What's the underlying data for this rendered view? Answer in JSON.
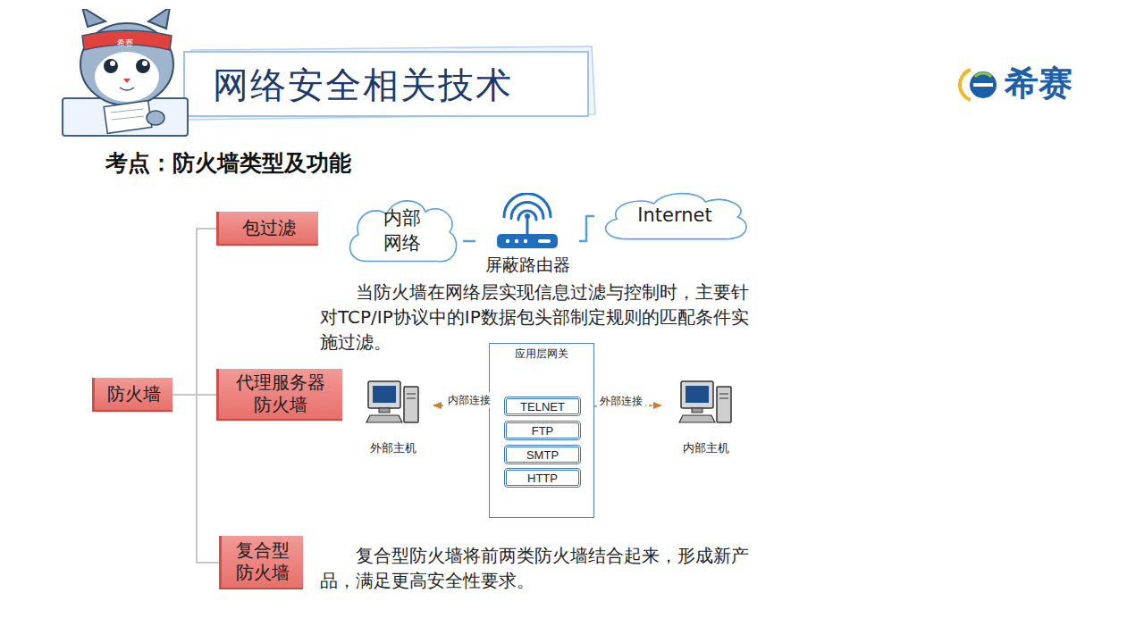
{
  "diagram": {
    "title": "网络安全相关技术",
    "nodes": [
      {
        "text": [
          "防火墙"
        ]
      },
      {
        "text": [
          "包过滤"
        ]
      },
      {
        "text": [
          "代理服务器 防火墙"
        ]
      },
      {
        "text": [
          "复合型 防火墙"
        ]
      },
      {
        "text": [
          "内部 网络"
        ]
      },
      {
        "text": [
          "屏蔽路由器"
        ]
      },
      {
        "text": [
          "Internet"
        ]
      },
      {
        "text": [
          "应用层网关"
        ]
      },
      {
        "text": [
          "TELNET"
        ],
        "in": 7
      },
      {
        "text": [
          "FTP"
        ],
        "in": 7
      },
      {
        "text": [
          "SMTP"
        ],
        "in": 7
      },
      {
        "text": [
          "HTTP"
        ],
        "in": 7
      },
      {
        "text": [
          "外部主机"
        ]
      },
      {
        "text": [
          "内部主机"
        ]
      }
    ],
    "edges": [
      {
        "from": 0,
        "to": 1,
        "arrow": "none"
      },
      {
        "from": 0,
        "to": 2,
        "arrow": "none"
      },
      {
        "from": 0,
        "to": 3,
        "arrow": "none"
      },
      {
        "from": 4,
        "to": 5,
        "arrow": "none"
      },
      {
        "from": 5,
        "to": 6,
        "arrow": "none"
      },
      {
        "from": 12,
        "to": 8,
        "label": "内部连接",
        "arrow": "both"
      },
      {
        "from": 8,
        "to": 13,
        "label": "外部连接",
        "arrow": "both"
      }
    ],
    "labels": [
      "考点：防火墙类型及功能",
      "当防火墙在网络层实现信息过滤与控制时，主要针对TCP/IP协议中的IP数据包头部制定规则的匹配条件实施过滤。",
      "复合型防火墙将前两类防火墙结合起来，形成新产品，满足更高安全性要求。",
      "希赛",
      "希赛"
    ]
  }
}
